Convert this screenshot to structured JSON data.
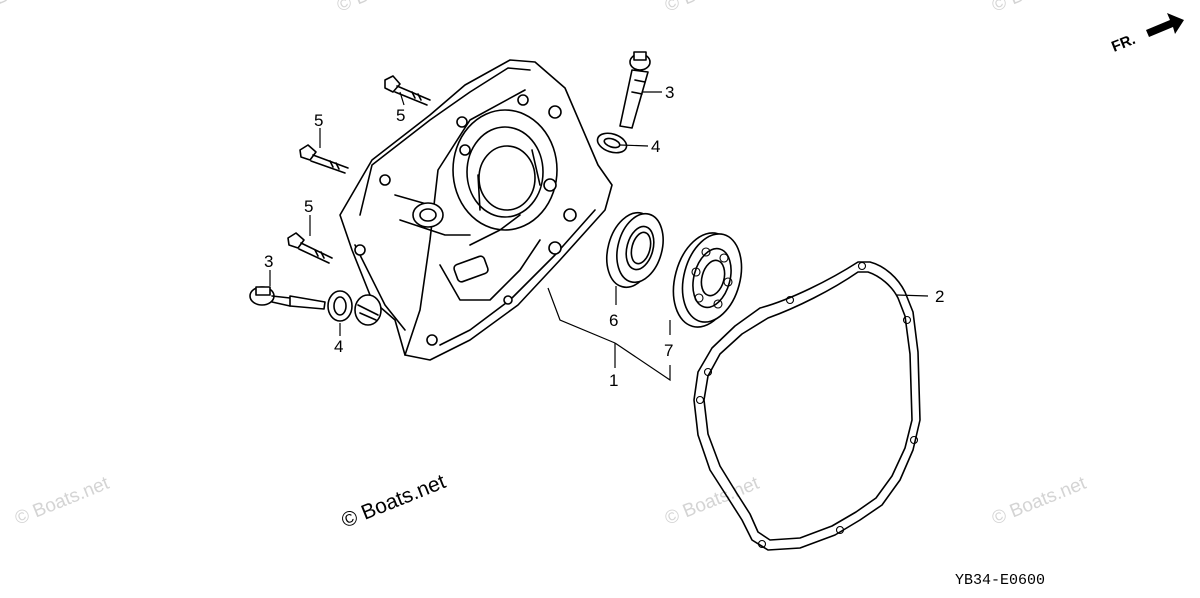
{
  "diagram": {
    "front_indicator": "FR.",
    "diagram_code": "YB34-E0600",
    "watermark_text": "© Boats.net",
    "parts": [
      {
        "ref": "1"
      },
      {
        "ref": "2"
      },
      {
        "ref": "3"
      },
      {
        "ref": "3"
      },
      {
        "ref": "4"
      },
      {
        "ref": "4"
      },
      {
        "ref": "5"
      },
      {
        "ref": "5"
      },
      {
        "ref": "5"
      },
      {
        "ref": "6"
      },
      {
        "ref": "7"
      }
    ]
  }
}
